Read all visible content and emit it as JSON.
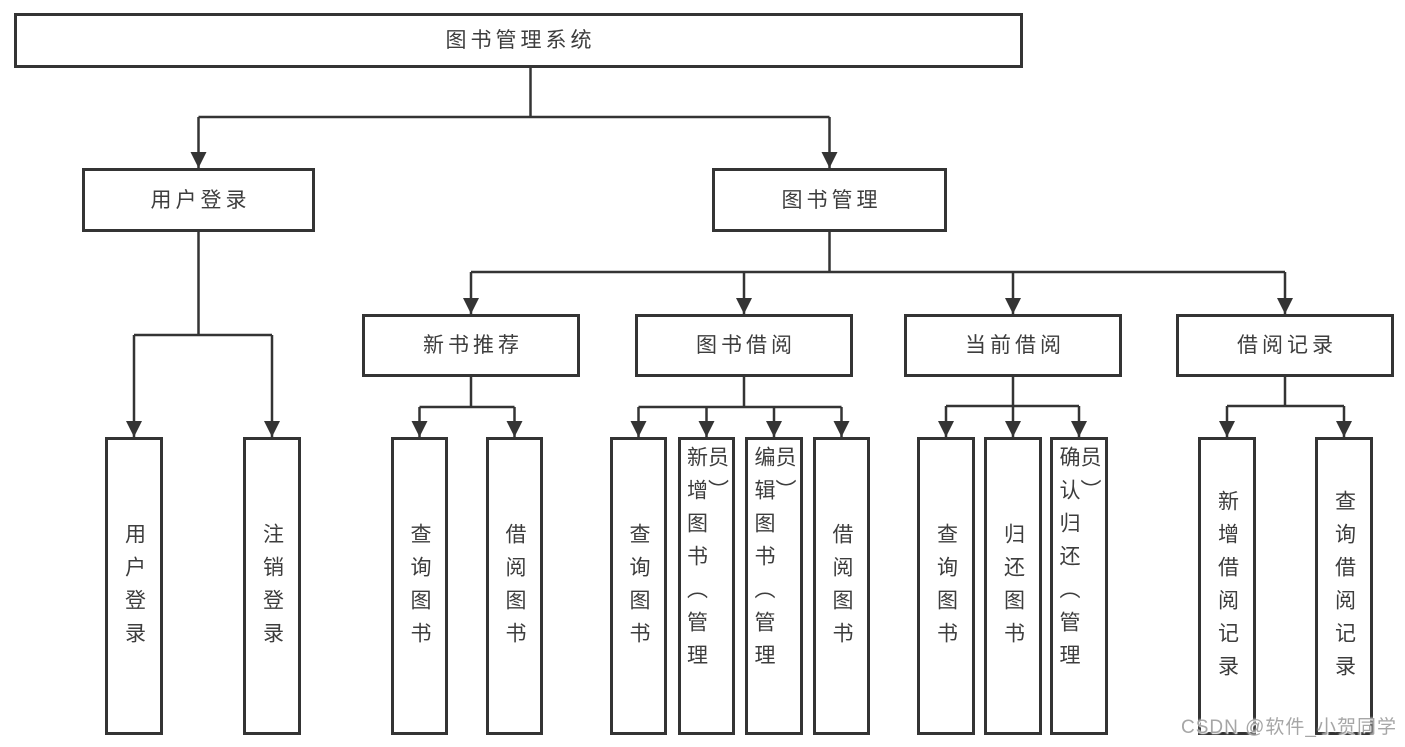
{
  "diagram": {
    "root": {
      "label": "图书管理系统"
    },
    "branches": [
      {
        "label": "用户登录",
        "children": [
          "用户登录",
          "注销登录"
        ]
      },
      {
        "label": "图书管理",
        "groups": [
          {
            "label": "新书推荐",
            "children": [
              "查询图书",
              "借阅图书"
            ]
          },
          {
            "label": "图书借阅",
            "children": [
              "查询图书",
              "新增图书（管理员）",
              "编辑图书（管理员）",
              "借阅图书"
            ]
          },
          {
            "label": "当前借阅",
            "children": [
              "查询图书",
              "归还图书",
              "确认归还（管理员）"
            ]
          },
          {
            "label": "借阅记录",
            "children": [
              "新增借阅记录",
              "查询借阅记录"
            ]
          }
        ]
      }
    ]
  },
  "watermark": {
    "text": "CSDN @软件_小贺同学"
  },
  "colors": {
    "line": "#343434",
    "box_border": "#343434",
    "text": "#3d3d3d",
    "watermark": "#9e9e9e",
    "background": "#ffffff"
  }
}
